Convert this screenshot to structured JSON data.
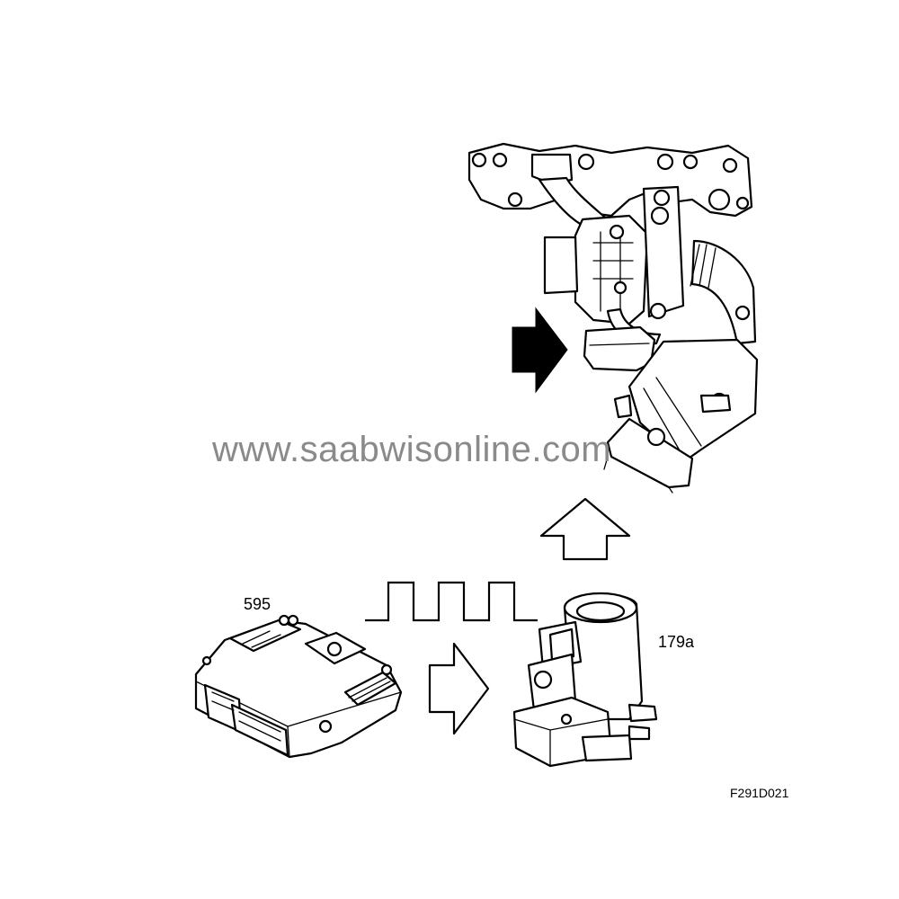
{
  "labels": {
    "control_module": "595",
    "valve": "179a",
    "figure_code": "F291D021"
  },
  "watermark": "www.saabwisonline.com",
  "signal": {
    "pulses": 3
  }
}
